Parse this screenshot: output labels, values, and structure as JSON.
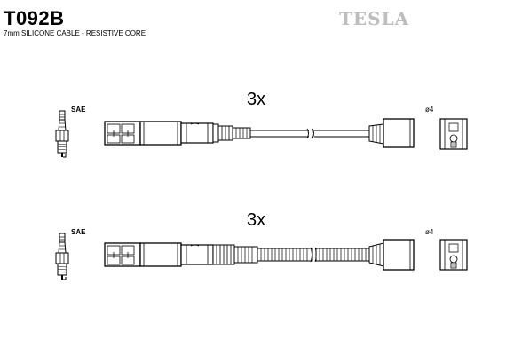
{
  "header": {
    "part_number": "T092B",
    "description": "7mm SILICONE CABLE - RESISTIVE CORE",
    "brand": "TESLA"
  },
  "assemblies": [
    {
      "quantity": "3x",
      "plug_label": "SAE",
      "terminal_label": "ø4",
      "boot_style": "straight"
    },
    {
      "quantity": "3x",
      "plug_label": "SAE",
      "terminal_label": "ø4",
      "boot_style": "corrugated"
    }
  ]
}
